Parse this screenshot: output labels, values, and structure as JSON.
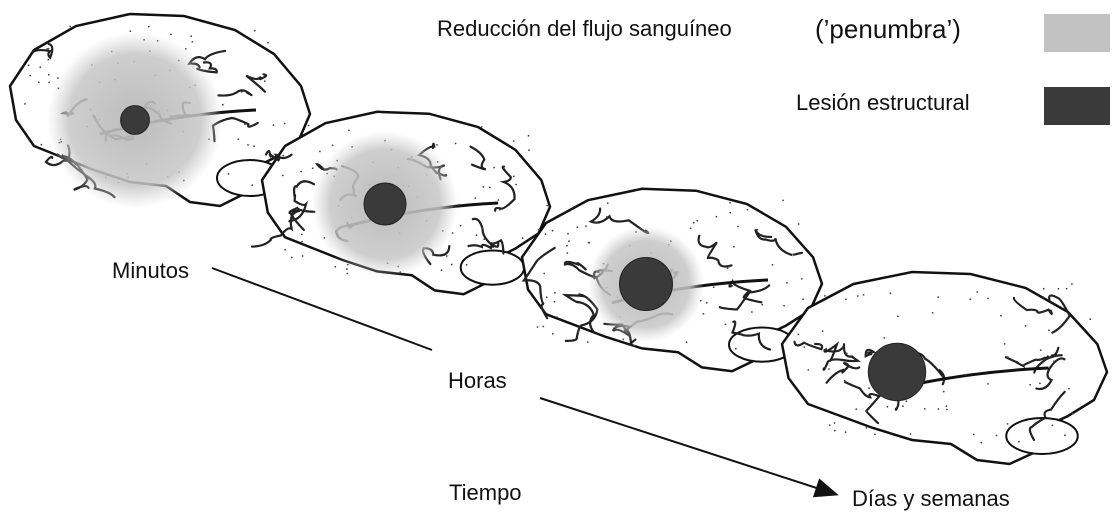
{
  "legend": {
    "penumbra_label": "Reducción del flujo sanguíneo",
    "penumbra_term": "(’penumbra’)",
    "lesion_label": "Lesión estructural",
    "penumbra_color": "#c2c2c2",
    "lesion_color": "#3a3a3a"
  },
  "timeline": {
    "minutes": "Minutos",
    "hours": "Horas",
    "time": "Tiempo",
    "days_weeks": "Días y semanas"
  },
  "stages": [
    {
      "name": "minutos",
      "penumbra_level": 1.0,
      "lesion_level": 0.2
    },
    {
      "name": "horas",
      "penumbra_level": 0.75,
      "lesion_level": 0.5
    },
    {
      "name": "horas-tardias",
      "penumbra_level": 0.5,
      "lesion_level": 0.75
    },
    {
      "name": "dias-semanas",
      "penumbra_level": 0.0,
      "lesion_level": 0.85
    }
  ]
}
